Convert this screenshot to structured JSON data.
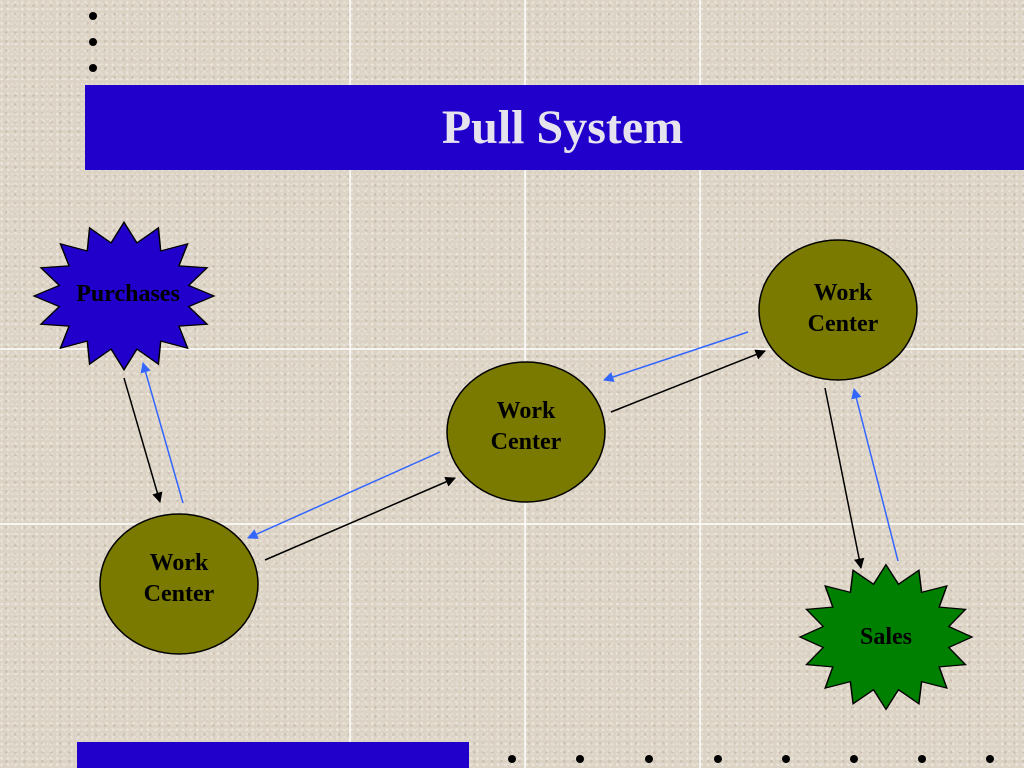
{
  "title": "Pull System",
  "nodes": {
    "purchases": {
      "label": "Purchases",
      "color": "#2200cc"
    },
    "work_center_1": {
      "line1": "Work",
      "line2": "Center"
    },
    "work_center_2": {
      "line1": "Work",
      "line2": "Center"
    },
    "work_center_3": {
      "line1": "Work",
      "line2": "Center"
    },
    "sales": {
      "label": "Sales",
      "color": "#008000"
    }
  },
  "colors": {
    "title_bar": "#2200cc",
    "work_center_fill": "#7a7a00",
    "forward_arrow": "#000000",
    "pull_arrow": "#3366ff"
  }
}
